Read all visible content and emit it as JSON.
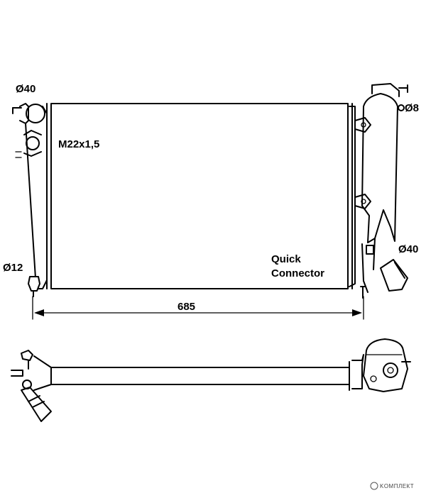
{
  "labels": {
    "inlet_diameter": "Ø40",
    "thread": "M22x1,5",
    "drain_diameter": "Ø12",
    "bleed_diameter": "Ø8",
    "outlet_diameter": "Ø40",
    "connector_line1": "Quick",
    "connector_line2": "Connector",
    "width_dimension": "685"
  },
  "watermark": {
    "text": "KOMПЛЕКТ"
  }
}
